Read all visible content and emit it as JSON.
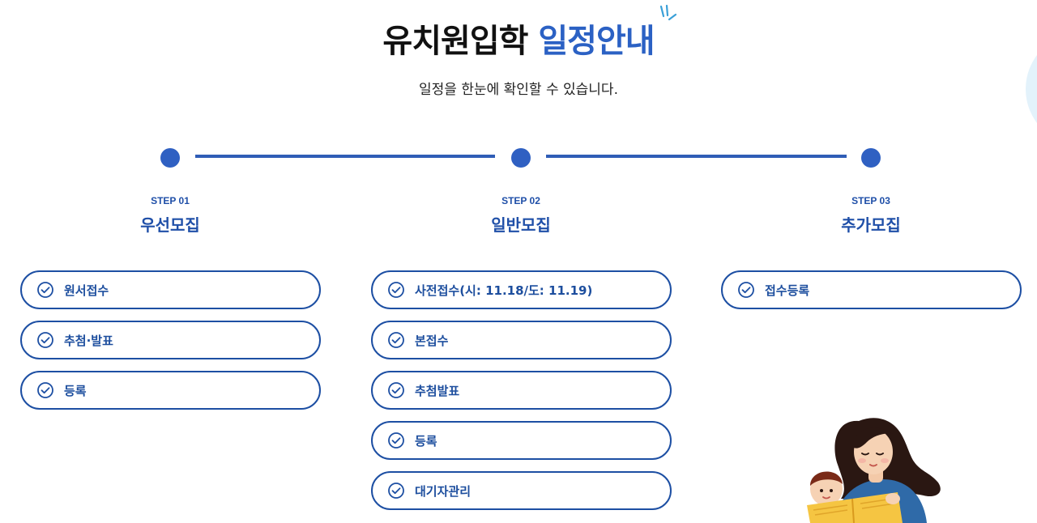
{
  "header": {
    "title_main": "유치원입학",
    "title_accent": "일정안내",
    "subtitle": "일정을 한눈에 확인할 수 있습니다."
  },
  "steps": [
    {
      "label": "STEP 01",
      "title": "우선모집",
      "items": [
        "원서접수",
        "추첨·발표",
        "등록"
      ]
    },
    {
      "label": "STEP 02",
      "title": "일반모집",
      "items": [
        "사전접수(시: 11.18/도: 11.19)",
        "본접수",
        "추첨발표",
        "등록",
        "대기자관리"
      ]
    },
    {
      "label": "STEP 03",
      "title": "추가모집",
      "items": [
        "접수등록"
      ]
    }
  ],
  "colors": {
    "accent": "#2b61c4",
    "pill_border": "#1d4fa3",
    "pill_text": "#1d4e9e",
    "timeline": "#2f60c2"
  },
  "icons": {
    "check": "check-circle-icon",
    "title_decoration": "sparkle-icon"
  }
}
